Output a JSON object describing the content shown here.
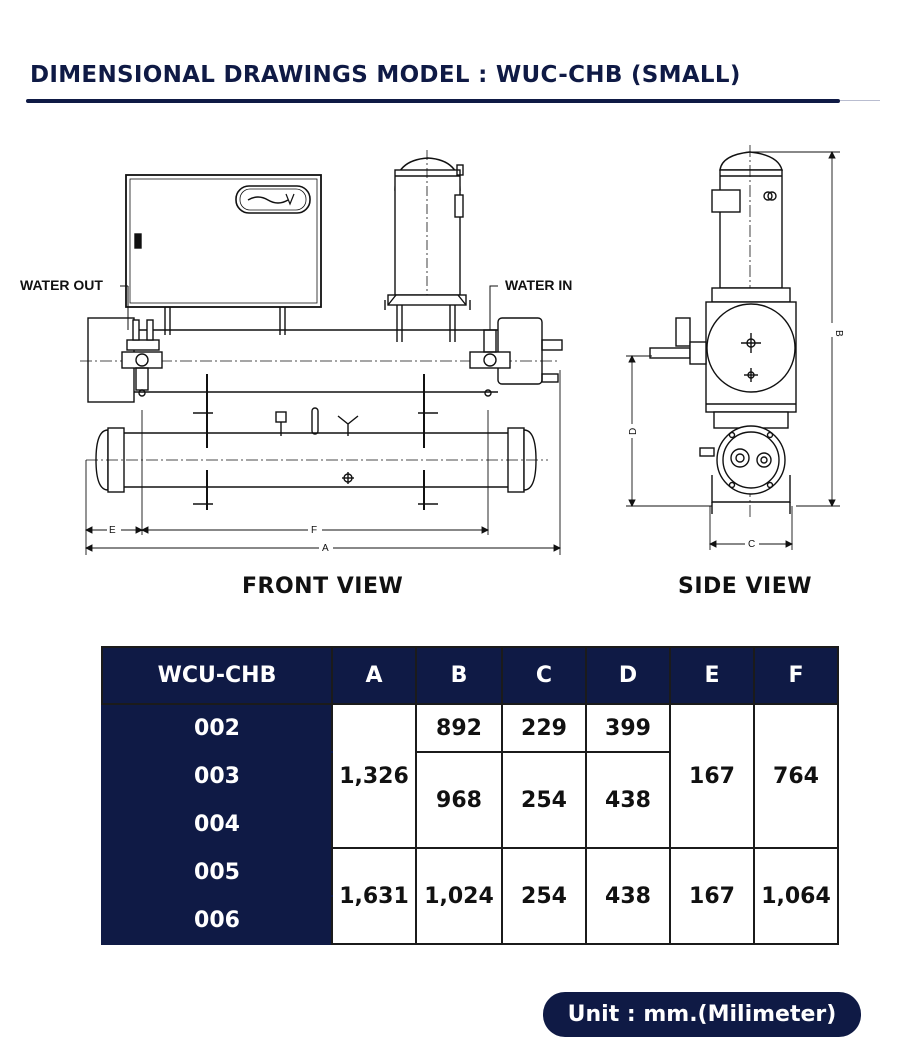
{
  "title": "DIMENSIONAL DRAWINGS MODEL : WUC-CHB (SMALL)",
  "labels": {
    "water_out": "WATER OUT",
    "water_in": "WATER IN"
  },
  "dimensions": {
    "a": "A",
    "b": "B",
    "c": "C",
    "d": "D",
    "e": "E",
    "f": "F"
  },
  "views": {
    "front": "FRONT VIEW",
    "side": "SIDE VIEW"
  },
  "table": {
    "headers": [
      "WCU-CHB",
      "A",
      "B",
      "C",
      "D",
      "E",
      "F"
    ],
    "groups": [
      {
        "A": "1,326",
        "E": "167",
        "F": "764",
        "sub": [
          {
            "models": [
              "002"
            ],
            "B": "892",
            "C": "229",
            "D": "399"
          },
          {
            "models": [
              "003",
              "004"
            ],
            "B": "968",
            "C": "254",
            "D": "438"
          }
        ]
      },
      {
        "models": [
          "005",
          "006"
        ],
        "A": "1,631",
        "B": "1,024",
        "C": "254",
        "D": "438",
        "E": "167",
        "F": "1,064"
      }
    ]
  },
  "unit": "Unit : mm.(Milimeter)",
  "colors": {
    "navy": "#0f1a45",
    "ink": "#111111",
    "paper": "#ffffff"
  }
}
